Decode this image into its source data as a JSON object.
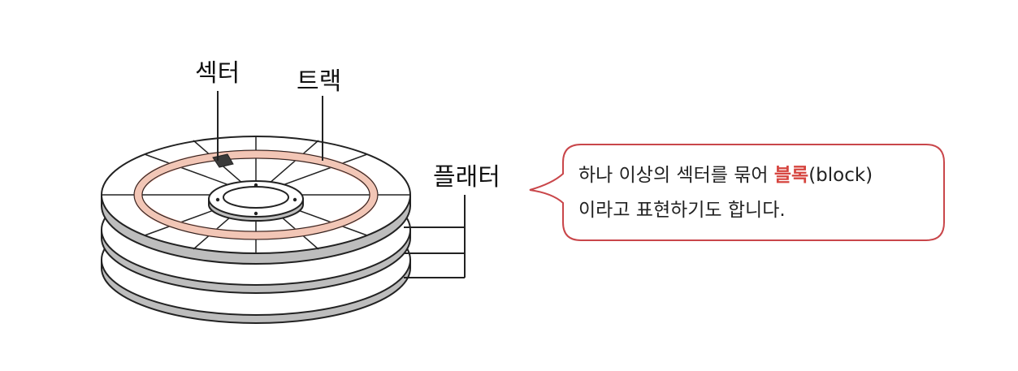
{
  "labels": {
    "sector": "섹터",
    "track": "트랙",
    "platter": "플래터"
  },
  "callout": {
    "line1_before": "하나 이상의 섹터를 묶어 ",
    "line1_highlight": "블록",
    "line1_after": "(block)",
    "line2": "이라고 표현하기도 합니다."
  },
  "colors": {
    "track": "#f2c6b6",
    "track_outline": "#d88a78",
    "sector_fill": "#3a3a3a",
    "bubble_border": "#c9464a",
    "highlight": "#d6453f",
    "platter_edge": "#bdbdbd"
  }
}
